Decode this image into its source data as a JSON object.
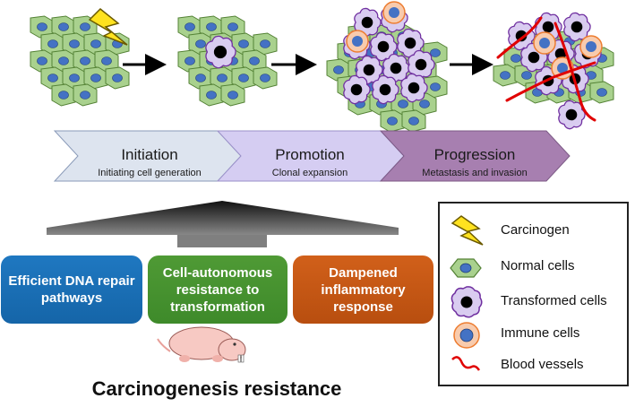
{
  "stages": [
    {
      "title": "Initiation",
      "subtitle": "Initiating cell generation"
    },
    {
      "title": "Promotion",
      "subtitle": "Clonal expansion"
    },
    {
      "title": "Progression",
      "subtitle": "Metastasis and invasion"
    }
  ],
  "mechanisms": [
    {
      "label": "Efficient DNA repair pathways"
    },
    {
      "label": "Cell-autonomous resistance to transformation"
    },
    {
      "label": "Dampened inflammatory response"
    }
  ],
  "bottom_title": "Carcinogenesis resistance",
  "legend": [
    {
      "label": "Carcinogen",
      "icon": "lightning-icon"
    },
    {
      "label": "Normal cells",
      "icon": "normal-cell-icon"
    },
    {
      "label": "Transformed cells",
      "icon": "transformed-cell-icon"
    },
    {
      "label": "Immune cells",
      "icon": "immune-cell-icon"
    },
    {
      "label": "Blood vessels",
      "icon": "blood-vessel-icon"
    }
  ],
  "colors": {
    "normal_cell_fill": "#a9d18e",
    "normal_cell_stroke": "#548235",
    "nucleus_blue": "#4472c4",
    "transformed_fill": "#d9ccf0",
    "transformed_stroke": "#7030a0",
    "immune_fill": "#f8cbad",
    "immune_stroke": "#ed7d31",
    "vessel_red": "#e00000",
    "stage1": "#dde4ef",
    "stage2": "#d5cdf2",
    "stage3": "#a77fb0"
  }
}
